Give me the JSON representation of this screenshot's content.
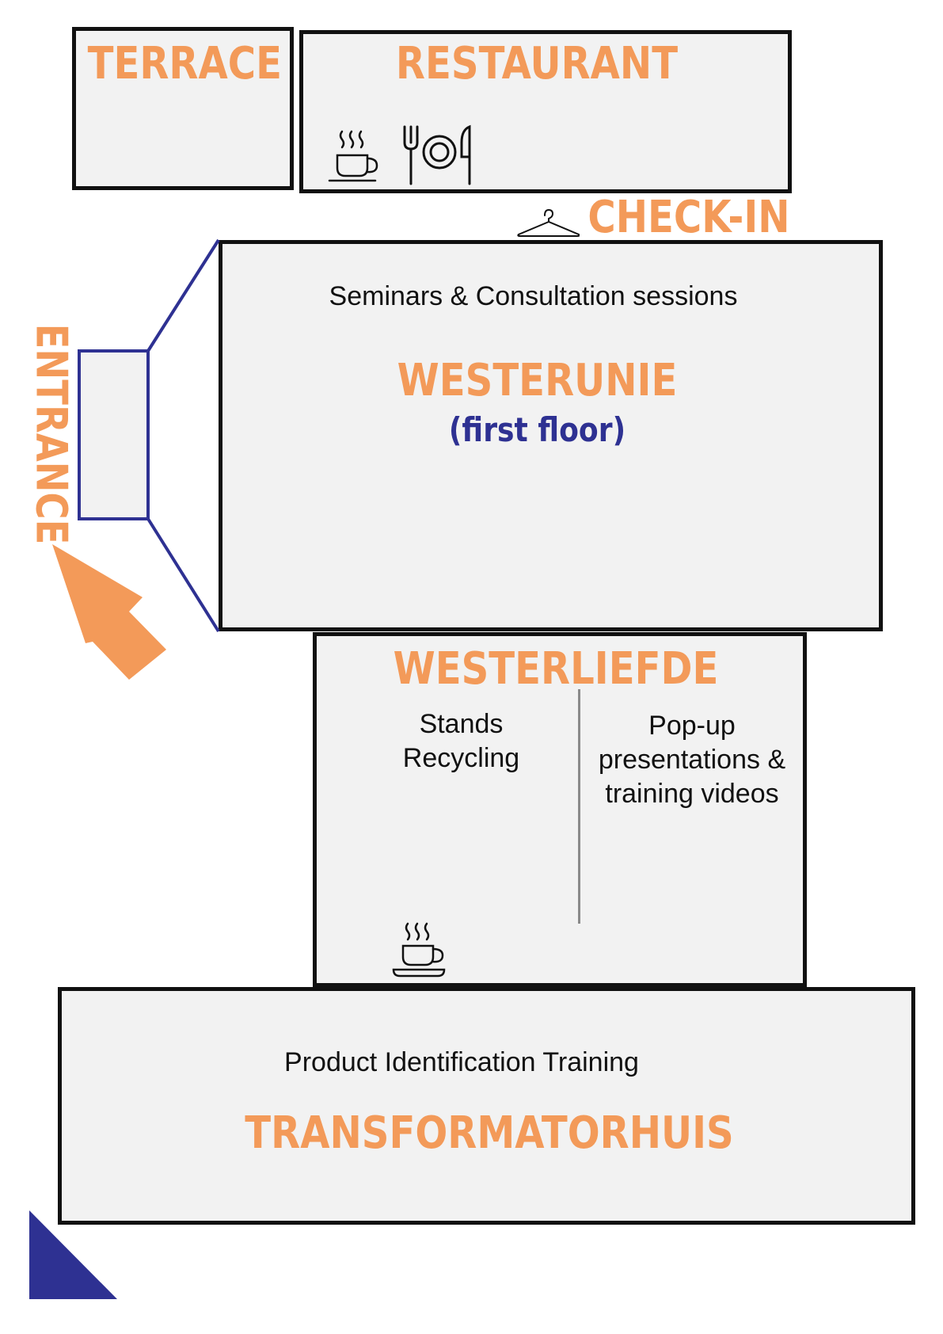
{
  "rooms": {
    "terrace": {
      "name": "TERRACE"
    },
    "restaurant": {
      "name": "RESTAURANT"
    },
    "checkin": {
      "name": "CHECK-IN"
    },
    "westerunie": {
      "name": "WESTERUNIE",
      "floor": "(first floor)",
      "description": "Seminars & Consultation sessions"
    },
    "westerliefde": {
      "name": "WESTERLIEFDE",
      "left_line1": "Stands",
      "left_line2": "Recycling",
      "right_line1": "Pop-up",
      "right_line2": "presentations &",
      "right_line3": "training videos"
    },
    "transformatorhuis": {
      "name": "TRANSFORMATORHUIS",
      "description": "Product Identification Training"
    },
    "entrance": {
      "name": "ENTRANCE"
    }
  },
  "icons": [
    "coffee-cup-icon",
    "cutlery-plate-icon",
    "coat-hanger-icon",
    "entrance-arrow-icon",
    "corner-triangle-icon"
  ],
  "colors": {
    "room_fill": "#f2f2f2",
    "room_border": "#111111",
    "title_orange": "#f39a59",
    "accent_navy": "#2e3192"
  }
}
